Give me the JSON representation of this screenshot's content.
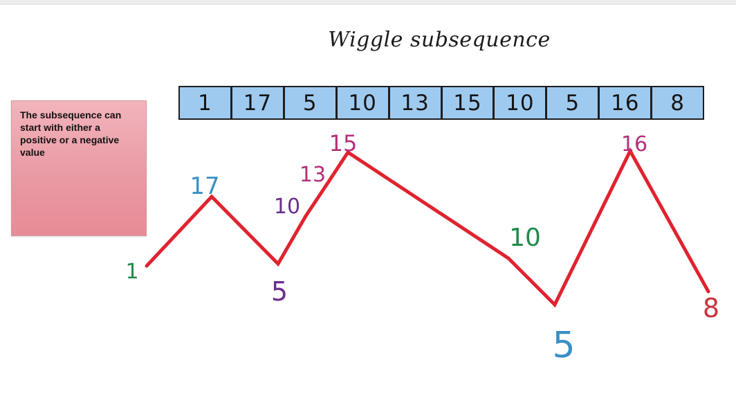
{
  "title": "Wiggle subsequence",
  "note": "The subsequence can start with either a positive or a negative value",
  "array": [
    "1",
    "17",
    "5",
    "10",
    "13",
    "15",
    "10",
    "5",
    "16",
    "8"
  ],
  "colors": {
    "line": "#e0232f",
    "strip": "#9fcaf0",
    "note": "#ea9aa4",
    "label_green": "#1e8a4a",
    "label_blue": "#3a8fc4",
    "label_purple": "#6a2f8a",
    "label_magenta": "#b5307a",
    "label_red": "#c9343c"
  },
  "points": [
    {
      "label": "1",
      "value": 1,
      "color": "label_green"
    },
    {
      "label": "17",
      "value": 17,
      "color": "label_blue"
    },
    {
      "label": "5",
      "value": 5,
      "color": "label_purple"
    },
    {
      "label": "10",
      "value": 10,
      "color": "label_purple"
    },
    {
      "label": "13",
      "value": 13,
      "color": "label_magenta"
    },
    {
      "label": "15",
      "value": 15,
      "color": "label_magenta"
    },
    {
      "label": "10",
      "value": 10,
      "color": "label_green"
    },
    {
      "label": "5",
      "value": 5,
      "color": "label_blue"
    },
    {
      "label": "16",
      "value": 16,
      "color": "label_magenta"
    },
    {
      "label": "8",
      "value": 8,
      "color": "label_red"
    }
  ]
}
